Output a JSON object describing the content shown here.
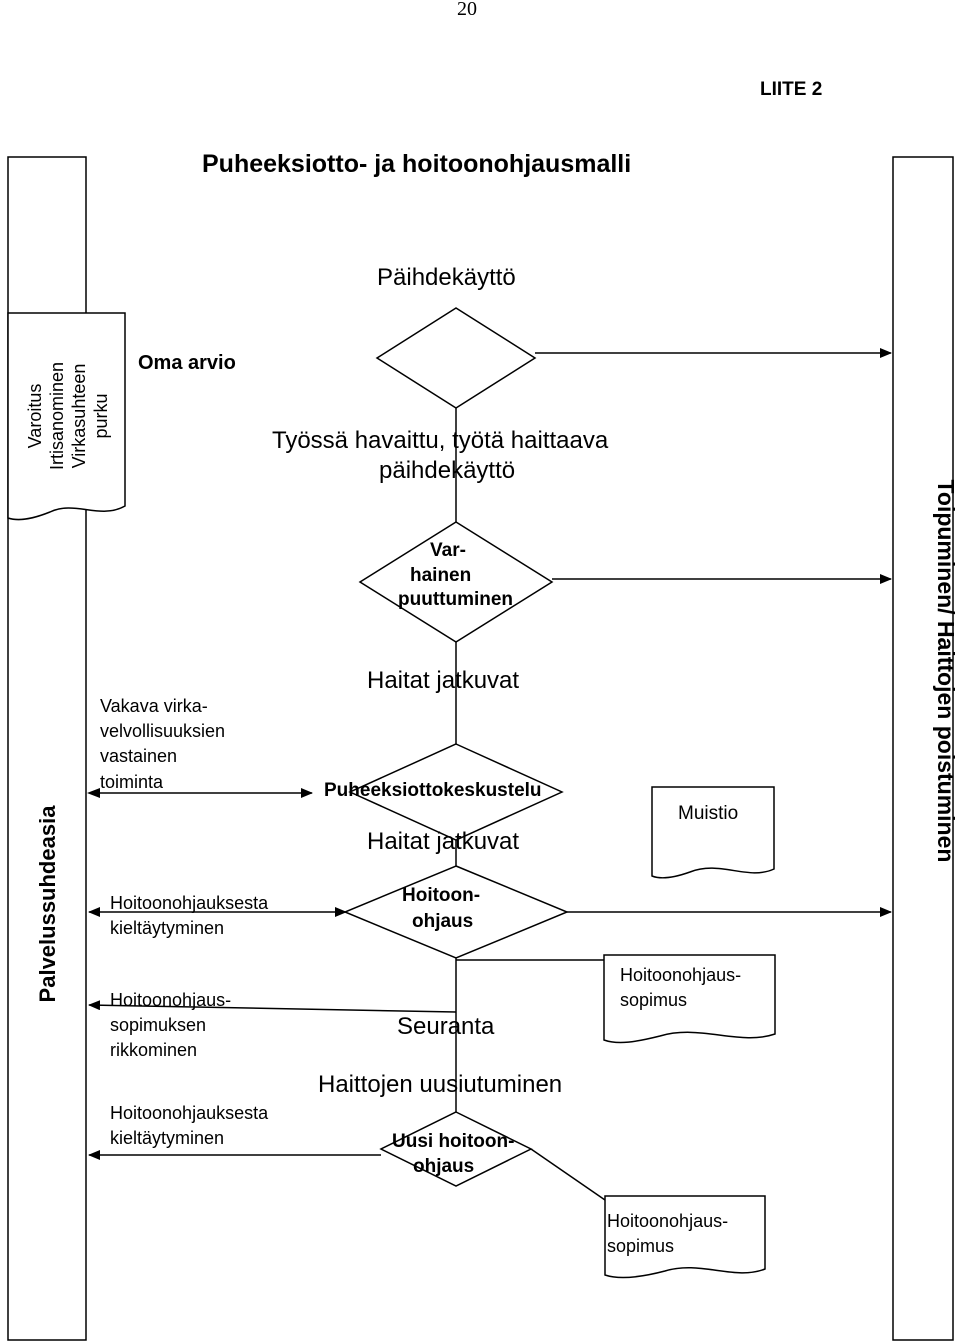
{
  "page_number": "20",
  "appendix_label": "LIITE 2",
  "title": "Puheeksiotto- ja hoitoonohjausmalli",
  "left_bar": {
    "doc_lines": [
      "Varoitus",
      "Irtisanominen",
      "Virkasuhteen",
      "purku"
    ],
    "label": "Palvelussuhdeasia"
  },
  "right_bar": {
    "label": "Toipuminen/ Haittojen poistuminen"
  },
  "oma_arvio": "Oma arvio",
  "center": {
    "top_label": "Päihdekäyttö",
    "observed_line1": "Työssä havaittu, työtä haittaava",
    "observed_line2": "päihdekäyttö",
    "early_line1": "Var-",
    "early_line2": "hainen",
    "early_line3": "puuttuminen",
    "continue1": "Haitat jatkuvat",
    "talk": "Puheeksiottokeskustelu",
    "continue2": "Haitat jatkuvat",
    "referral_line1": "Hoitoon-",
    "referral_line2": "ohjaus",
    "followup": "Seuranta",
    "recurrence": "Haittojen uusiutuminen",
    "new_referral_line1": "Uusi hoitoon-",
    "new_referral_line2": "ohjaus"
  },
  "left_notes": {
    "serious": [
      "Vakava virka-",
      "velvollisuuksien",
      "vastainen",
      "toiminta"
    ],
    "refusal1": [
      "Hoitoonohjauksesta",
      "kieltäytyminen"
    ],
    "breach": [
      "Hoitoonohjaus-",
      "sopimuksen",
      "rikkominen"
    ],
    "refusal2": [
      "Hoitoonohjauksesta",
      "kieltäytyminen"
    ]
  },
  "documents": {
    "memo": "Muistio",
    "agreement1": [
      "Hoitoonohjaus-",
      "sopimus"
    ],
    "agreement2": [
      "Hoitoonohjaus-",
      "sopimus"
    ]
  }
}
